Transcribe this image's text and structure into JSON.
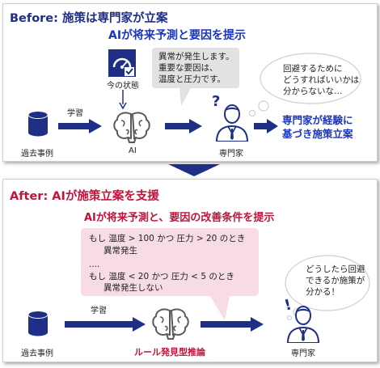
{
  "colors": {
    "navy": "#1f2f86",
    "blue": "#1a35c0",
    "red": "#c0143c",
    "pink": "#f7dde3",
    "gray_bubble": "#e2e2e2",
    "icon_gray": "#5a5a5a"
  },
  "before": {
    "title_prefix": "Before: ",
    "title_main": "施策は専門家が立案",
    "subtitle": "AIが将来予測と要因を提示",
    "status_label": "今の状態",
    "past_cases_label": "過去事例",
    "learning_label": "学習",
    "ai_label": "AI",
    "expert_label": "専門家",
    "ai_bubble_lines": [
      "異常が発生します。",
      "重要な要因は、",
      "温度と圧力です。"
    ],
    "thought_lines": [
      "回避するために",
      "どうすればいいかは",
      "分からないな…"
    ],
    "result_lines": [
      "専門家が経験に",
      "基づき施策立案"
    ]
  },
  "after": {
    "title_prefix": "After: ",
    "title_main": "AIが施策立案を支援",
    "subtitle": "AIが将来予測と、要因の改善条件を提示",
    "rule_lines": [
      "もし 温度 > 100 かつ 圧力 > 20 のとき",
      "異常発生",
      "....",
      "もし 温度 < 20 かつ 圧力 < 5 のとき",
      "異常発生しない"
    ],
    "past_cases_label": "過去事例",
    "learning_label": "学習",
    "method_label": "ルール発見型推論",
    "expert_label": "専門家",
    "thought_lines": [
      "どうしたら回避",
      "できるか施策が",
      "分かる！"
    ]
  }
}
